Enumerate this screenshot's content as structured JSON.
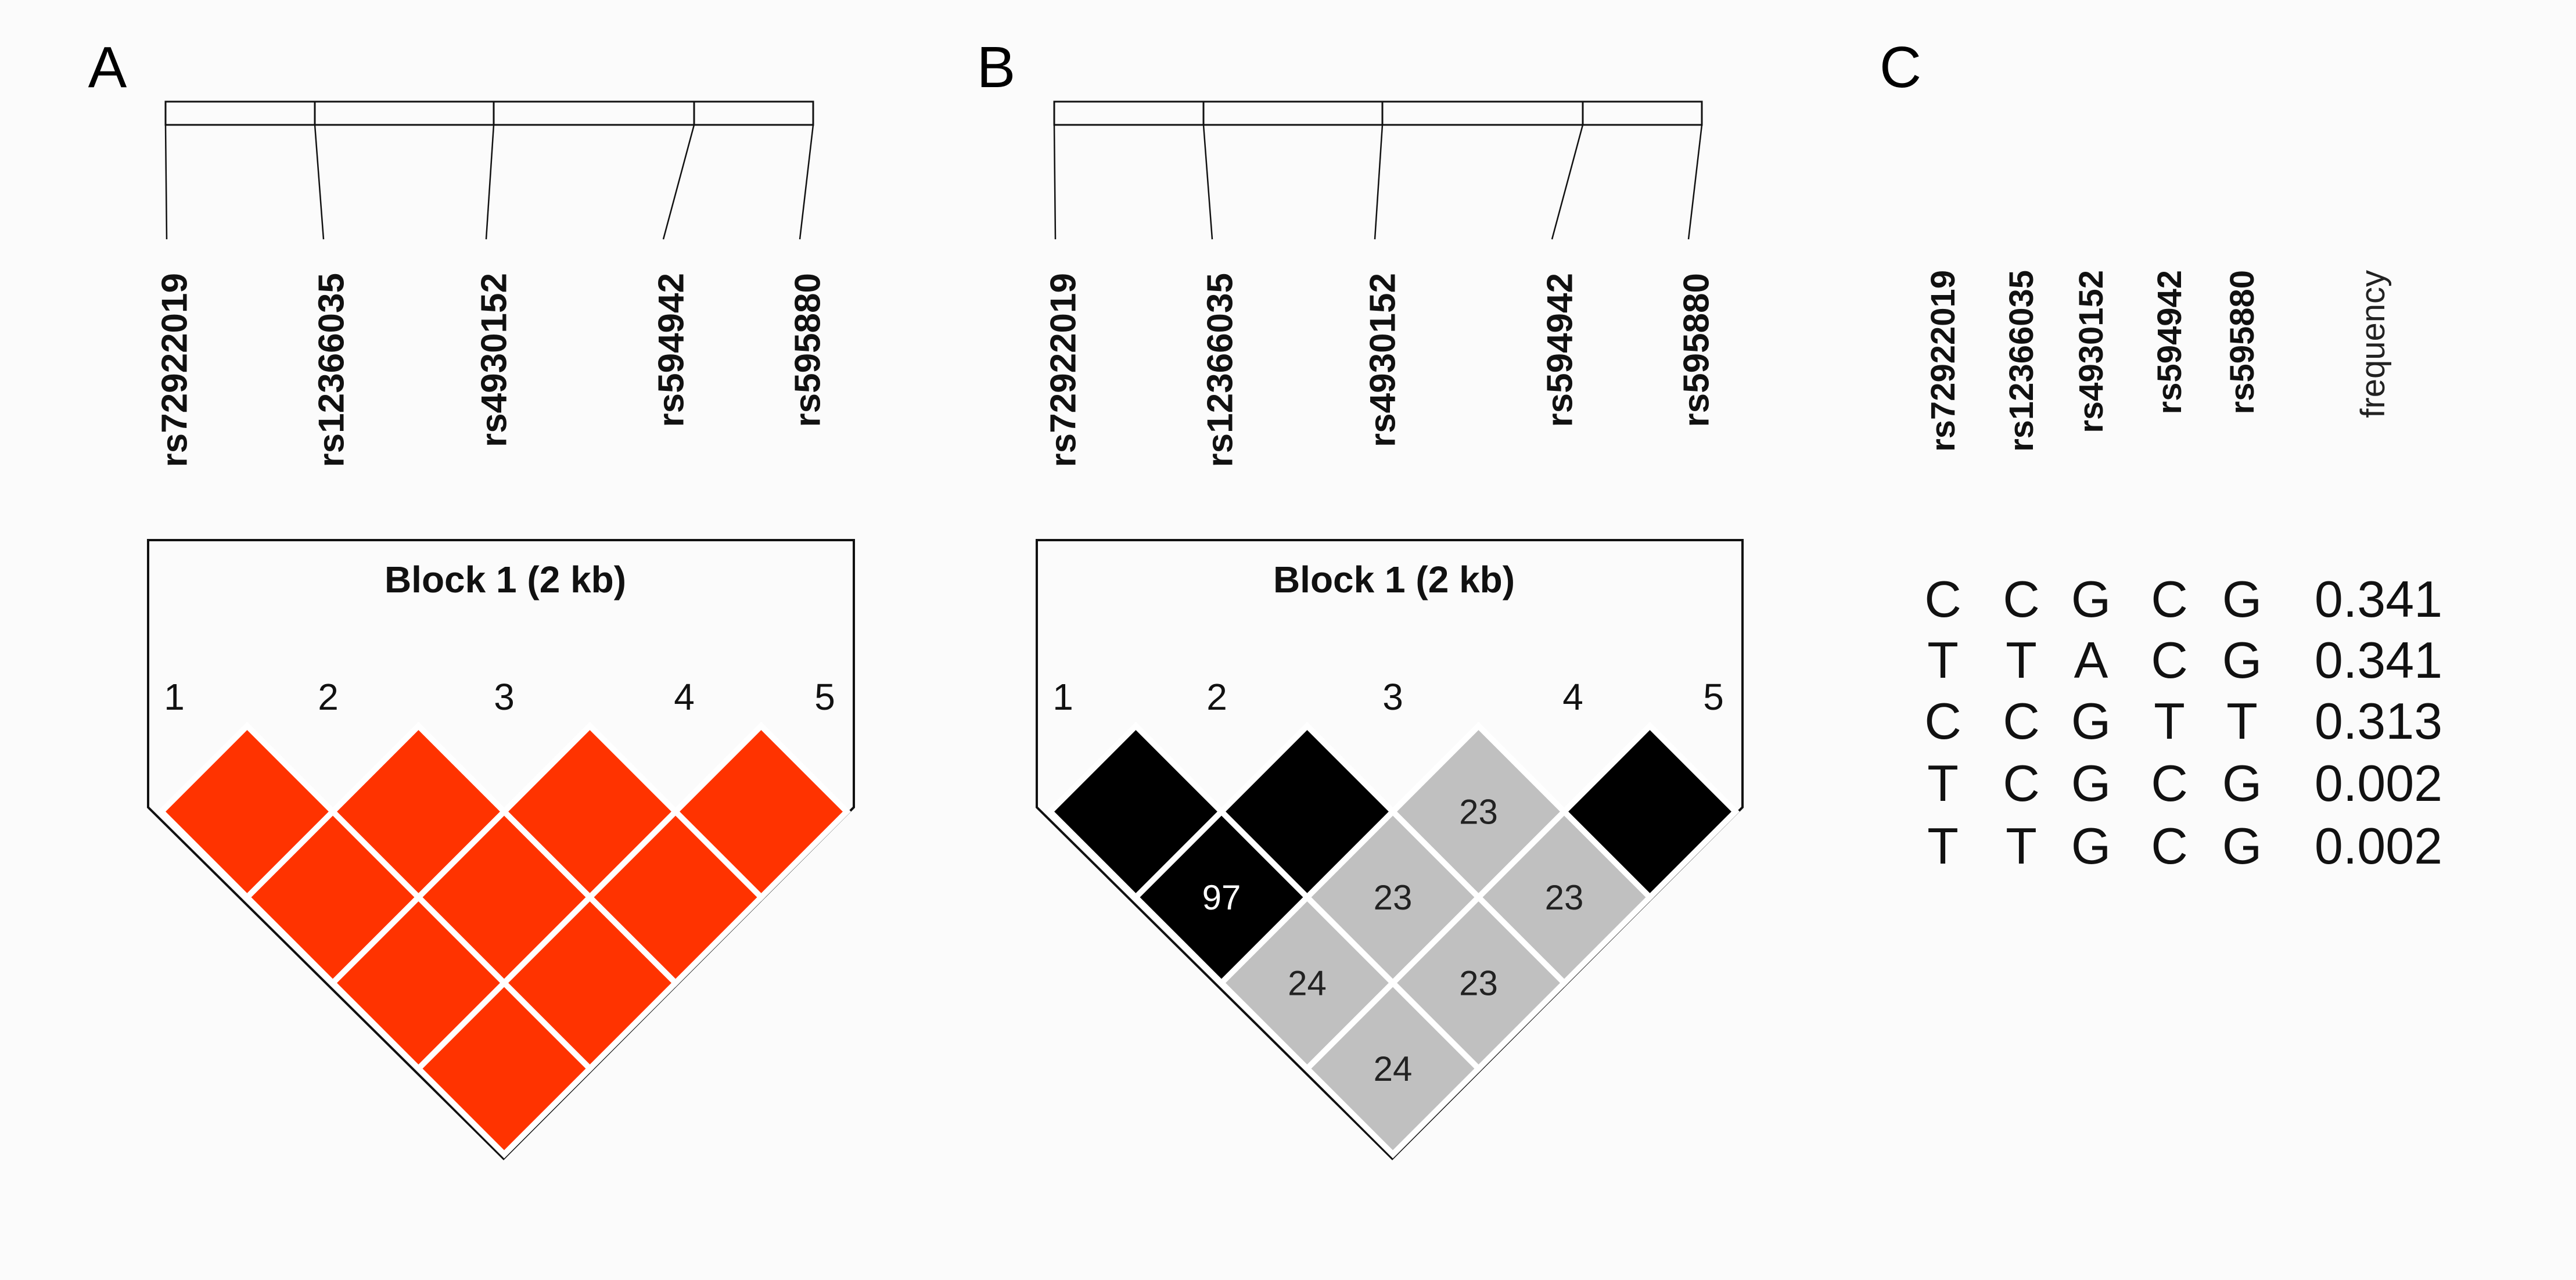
{
  "panels": [
    {
      "letter": "A",
      "snps": [
        "rs72922019",
        "rs12366035",
        "rs4930152",
        "rs594942",
        "rs595880"
      ],
      "block_title": "Block 1 (2 kb)",
      "indices": [
        "1",
        "2",
        "3",
        "4",
        "5"
      ],
      "ld_cells": [
        {
          "pair": "1-2",
          "value": "",
          "shade": "red"
        },
        {
          "pair": "2-3",
          "value": "",
          "shade": "red"
        },
        {
          "pair": "3-4",
          "value": "",
          "shade": "red"
        },
        {
          "pair": "4-5",
          "value": "",
          "shade": "red"
        },
        {
          "pair": "1-3",
          "value": "",
          "shade": "red"
        },
        {
          "pair": "2-4",
          "value": "",
          "shade": "red"
        },
        {
          "pair": "3-5",
          "value": "",
          "shade": "red"
        },
        {
          "pair": "1-4",
          "value": "",
          "shade": "red"
        },
        {
          "pair": "2-5",
          "value": "",
          "shade": "red"
        },
        {
          "pair": "1-5",
          "value": "",
          "shade": "red"
        }
      ]
    },
    {
      "letter": "B",
      "snps": [
        "rs72922019",
        "rs12366035",
        "rs4930152",
        "rs594942",
        "rs595880"
      ],
      "block_title": "Block 1 (2 kb)",
      "indices": [
        "1",
        "2",
        "3",
        "4",
        "5"
      ],
      "ld_cells": [
        {
          "pair": "1-2",
          "value": "",
          "shade": "black"
        },
        {
          "pair": "2-3",
          "value": "",
          "shade": "black"
        },
        {
          "pair": "3-4",
          "value": "23",
          "shade": "gray"
        },
        {
          "pair": "4-5",
          "value": "",
          "shade": "black"
        },
        {
          "pair": "1-3",
          "value": "97",
          "shade": "black"
        },
        {
          "pair": "2-4",
          "value": "23",
          "shade": "gray"
        },
        {
          "pair": "3-5",
          "value": "23",
          "shade": "gray"
        },
        {
          "pair": "1-4",
          "value": "24",
          "shade": "gray"
        },
        {
          "pair": "2-5",
          "value": "23",
          "shade": "gray"
        },
        {
          "pair": "1-5",
          "value": "24",
          "shade": "gray"
        }
      ]
    }
  ],
  "haplotypes": {
    "letter": "C",
    "headers": [
      "rs72922019",
      "rs12366035",
      "rs4930152",
      "rs594942",
      "rs595880"
    ],
    "freq_header": "frequency",
    "rows": [
      {
        "alleles": [
          "C",
          "C",
          "G",
          "C",
          "G"
        ],
        "frequency": "0.341"
      },
      {
        "alleles": [
          "T",
          "T",
          "A",
          "C",
          "G"
        ],
        "frequency": "0.341"
      },
      {
        "alleles": [
          "C",
          "C",
          "G",
          "T",
          "T"
        ],
        "frequency": "0.313"
      },
      {
        "alleles": [
          "T",
          "C",
          "G",
          "C",
          "G"
        ],
        "frequency": "0.002"
      },
      {
        "alleles": [
          "T",
          "T",
          "G",
          "C",
          "G"
        ],
        "frequency": "0.002"
      }
    ]
  },
  "colors": {
    "red": "#ff3300",
    "black": "#000000",
    "gray": "#c0c0c0",
    "grid": "#ffffff",
    "line": "#111111",
    "label_on_black": "#ffffff",
    "label_on_gray": "#222222"
  }
}
